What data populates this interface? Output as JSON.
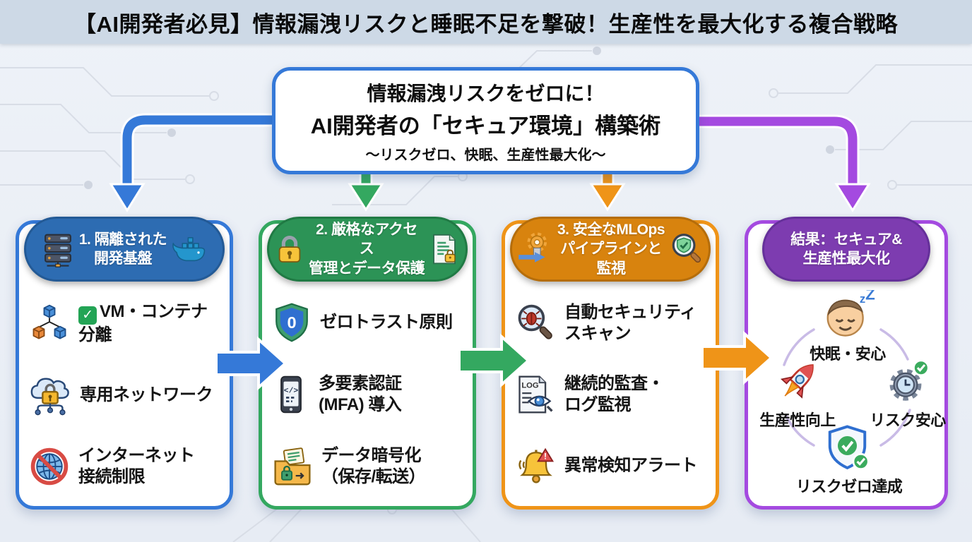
{
  "colors": {
    "canvas_bg": "#eef2f8",
    "titlebar_bg": "#cdd9e6",
    "circuit": "#d8dde6",
    "blue": "#3579d8",
    "green": "#34a860",
    "orange": "#ef9418",
    "purple": "#a44ae0",
    "pill_blue": "#2d6cb2",
    "pill_blue_border": "#235a96",
    "pill_green": "#2c9356",
    "pill_green_border": "#207a44",
    "pill_orange": "#d8830e",
    "pill_orange_border": "#b56d0a",
    "pill_purple": "#7d3cb0",
    "pill_purple_border": "#65309a",
    "arc": "#c9bbe6"
  },
  "title_bar": {
    "text": "【AI開発者必見】情報漏洩リスクと睡眠不足を撃破！生産性を最大化する複合戦略"
  },
  "top_box": {
    "line1": "情報漏洩リスクをゼロに！",
    "line2": "AI開発者の「セキュア環境」構築術",
    "line3": "～リスクゼロ、快眠、生産性最大化～"
  },
  "columns": [
    {
      "header": "1. 隔離された\n開発基盤",
      "header_icons": [
        "server-rack-icon",
        "docker-whale-icon"
      ],
      "items": [
        {
          "check_prefix": "✓",
          "text": "VM・コンテナ\n分離",
          "icon": "cluster-cubes-icon"
        },
        {
          "text": "専用ネットワーク",
          "icon": "cloud-lock-icon"
        },
        {
          "text": "インターネット\n接続制限",
          "icon": "no-internet-icon"
        }
      ]
    },
    {
      "header": "2. 厳格なアクセス\n管理とデータ保護",
      "header_icons": [
        "padlock-icon",
        "secure-document-icon"
      ],
      "items": [
        {
          "text": "ゼロトラスト原則",
          "icon": "zero-trust-shield-icon"
        },
        {
          "text": "多要素認証\n(MFA) 導入",
          "icon": "mfa-phone-icon"
        },
        {
          "text": "データ暗号化\n（保存/転送）",
          "icon": "encrypted-folder-icon"
        }
      ]
    },
    {
      "header": "3. 安全なMLOps\nパイプラインと監視",
      "header_icons": [
        "pipeline-gear-icon",
        "scan-shield-magnifier-icon"
      ],
      "items": [
        {
          "text": "自動セキュリティ\nスキャン",
          "icon": "bug-scan-icon"
        },
        {
          "text": "継続的監査・\nログ監視",
          "icon": "log-monitor-icon"
        },
        {
          "text": "異常検知アラート",
          "icon": "alert-bell-icon"
        }
      ]
    },
    {
      "header": "結果：セキュア&\n生産性最大化",
      "cycle": [
        {
          "label": "快眠・安心",
          "icon": "sleeping-face-icon"
        },
        {
          "label": "生産性向上",
          "icon": "rocket-icon"
        },
        {
          "label": "リスク安心",
          "icon": "gear-clock-icon"
        },
        {
          "label": "リスクゼロ達成",
          "icon": "shield-achieved-icon"
        }
      ]
    }
  ]
}
